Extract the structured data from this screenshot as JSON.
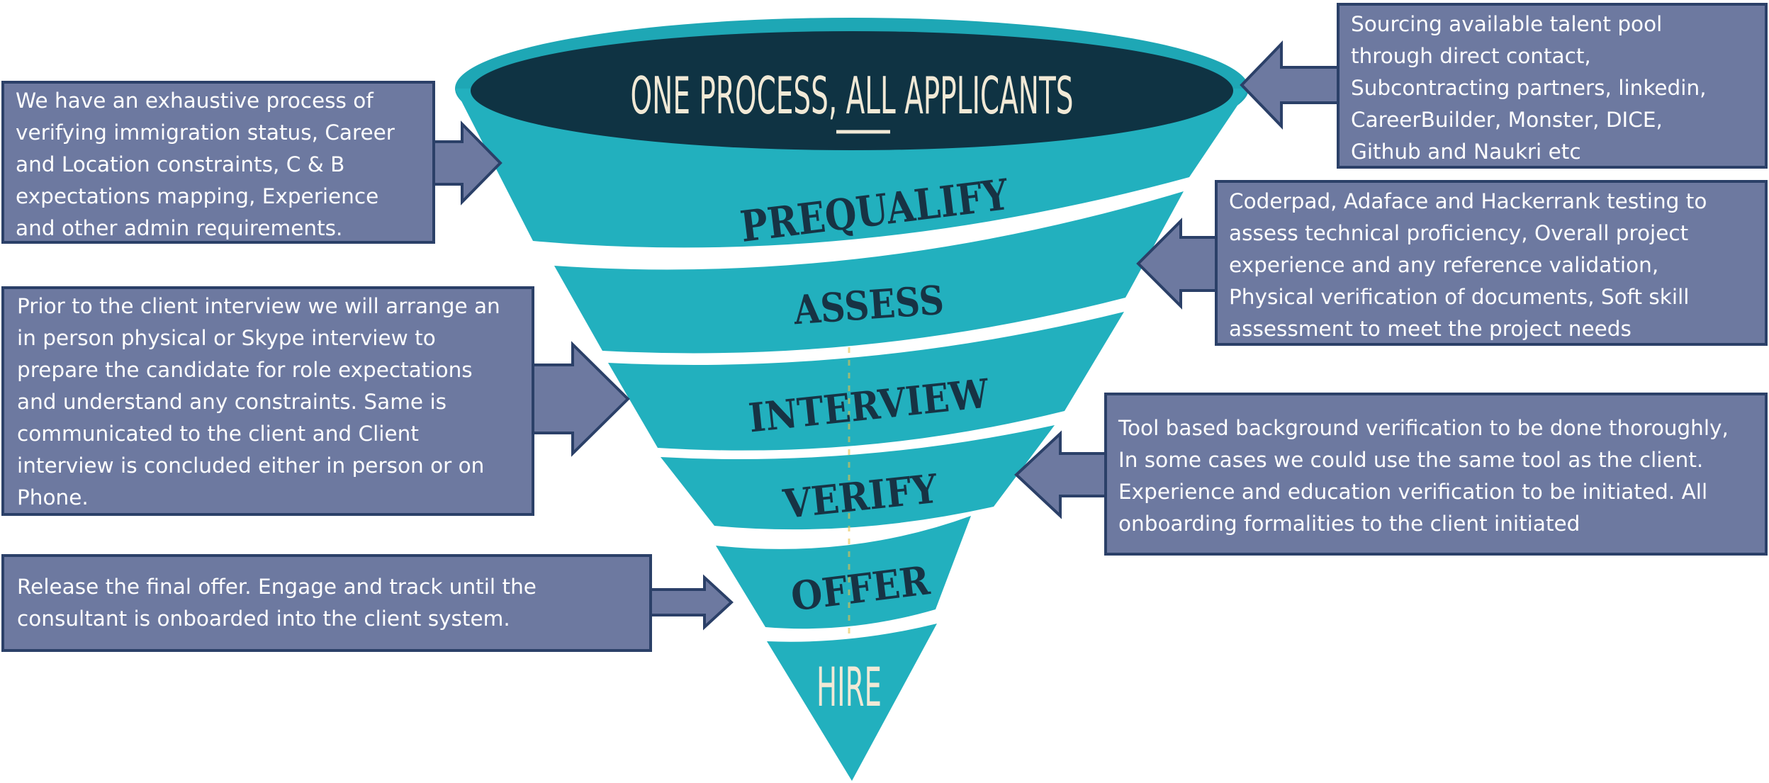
{
  "funnel": {
    "title_parts": [
      "ONE PROCESS, ",
      "ALL",
      " APPLICANTS"
    ],
    "stages": [
      {
        "label": "PREQUALIFY"
      },
      {
        "label": "ASSESS"
      },
      {
        "label": "INTERVIEW"
      },
      {
        "label": "VERIFY"
      },
      {
        "label": "OFFER"
      },
      {
        "label": "HIRE"
      }
    ]
  },
  "callouts": {
    "sourcing": {
      "lines": [
        "Sourcing available talent pool",
        "through direct contact,",
        "Subcontracting partners, linkedin,",
        "CareerBuilder, Monster, DICE,",
        "Github and Naukri etc"
      ]
    },
    "prequalify": {
      "lines": [
        "We have an exhaustive process of",
        "verifying immigration status, Career",
        "and Location constraints, C & B",
        "expectations mapping, Experience",
        "and other admin requirements."
      ]
    },
    "assess": {
      "lines": [
        "Coderpad, Adaface and Hackerrank testing to",
        "assess technical proficiency, Overall project",
        "experience and any reference validation,",
        "Physical verification of documents, Soft skill",
        "assessment to meet the project needs"
      ]
    },
    "interview": {
      "lines": [
        "Prior to the client interview we will arrange an",
        "in person physical or Skype interview to",
        "prepare the candidate for role expectations",
        "and understand any constraints. Same is",
        "communicated to the client and Client",
        "interview is concluded either in person or on",
        "Phone."
      ]
    },
    "verify": {
      "lines": [
        "Tool based background verification to be done thoroughly,",
        "In some cases we could use the same tool as the client.",
        "Experience and education verification to be initiated. All",
        "onboarding formalities to the client initiated"
      ]
    },
    "offer": {
      "lines": [
        "Release the final offer. Engage and track until the",
        "consultant is onboarded into the client system."
      ]
    }
  },
  "colors": {
    "box_fill": "#6d79a0",
    "box_border": "#2b4068",
    "funnel_teal": "#22b0be",
    "funnel_rim": "#1ea7b5",
    "funnel_top": "#0f3343",
    "stage_text": "#173344",
    "title_text": "#f1e9d6"
  }
}
